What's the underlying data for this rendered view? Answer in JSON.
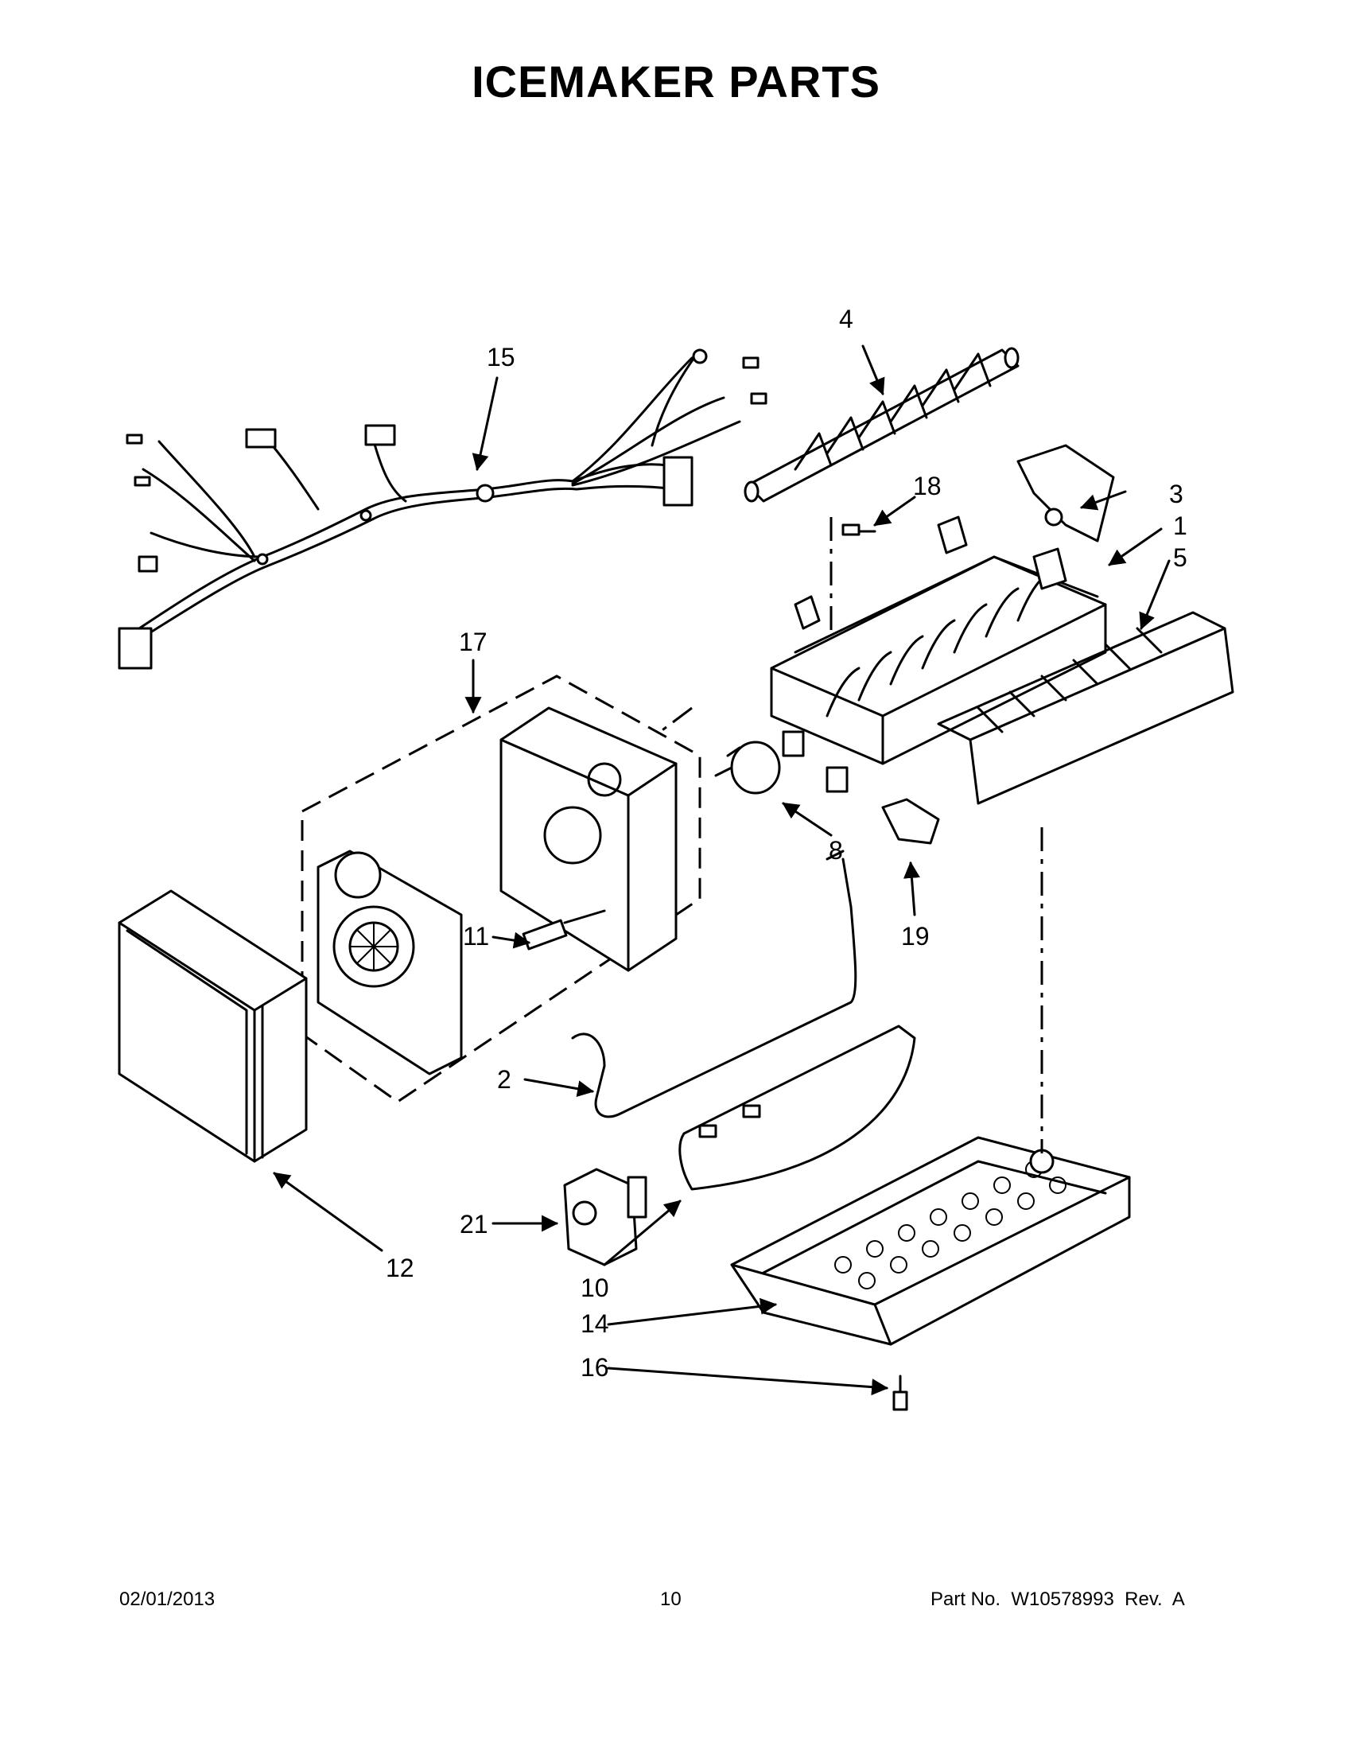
{
  "page": {
    "title": "ICEMAKER PARTS",
    "footer": {
      "date": "02/01/2013",
      "page_number": "10",
      "part_number": "Part No.  W10578993  Rev.  A"
    }
  },
  "callouts": [
    {
      "id": "4",
      "label": "4"
    },
    {
      "id": "15",
      "label": "15"
    },
    {
      "id": "18",
      "label": "18"
    },
    {
      "id": "3",
      "label": "3"
    },
    {
      "id": "1",
      "label": "1"
    },
    {
      "id": "5",
      "label": "5"
    },
    {
      "id": "17",
      "label": "17"
    },
    {
      "id": "8",
      "label": "8"
    },
    {
      "id": "19",
      "label": "19"
    },
    {
      "id": "11",
      "label": "11"
    },
    {
      "id": "2",
      "label": "2"
    },
    {
      "id": "21",
      "label": "21"
    },
    {
      "id": "12",
      "label": "12"
    },
    {
      "id": "10",
      "label": "10"
    },
    {
      "id": "14",
      "label": "14"
    },
    {
      "id": "16",
      "label": "16"
    }
  ]
}
